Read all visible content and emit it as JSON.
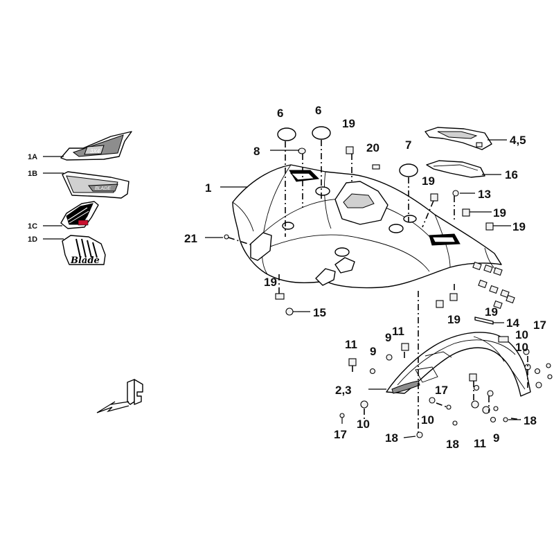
{
  "decal_labels": [
    "1A",
    "1B",
    "1C",
    "1D"
  ],
  "callouts": {
    "c1": "1",
    "c23": "2,3",
    "c45": "4,5",
    "c6a": "6",
    "c6b": "6",
    "c7": "7",
    "c8": "8",
    "c9a": "9",
    "c9b": "9",
    "c9c": "9",
    "c10a": "10",
    "c10b": "10",
    "c10c": "10",
    "c10d": "10",
    "c11a": "11",
    "c11b": "11",
    "c11c": "11",
    "c13": "13",
    "c14": "14",
    "c15": "15",
    "c16": "16",
    "c17a": "17",
    "c17b": "17",
    "c17c": "17",
    "c18a": "18",
    "c18b": "18",
    "c18c": "18",
    "c19a": "19",
    "c19b": "19",
    "c19c": "19",
    "c19d": "19",
    "c19e": "19",
    "c19f": "19",
    "c19g": "19",
    "c20": "20",
    "c21": "21"
  },
  "icons": {
    "front_indicator": "front-arrow-icon"
  },
  "colors": {
    "line": "#000000",
    "background": "#ffffff",
    "decal_accent": "#c8102e"
  }
}
